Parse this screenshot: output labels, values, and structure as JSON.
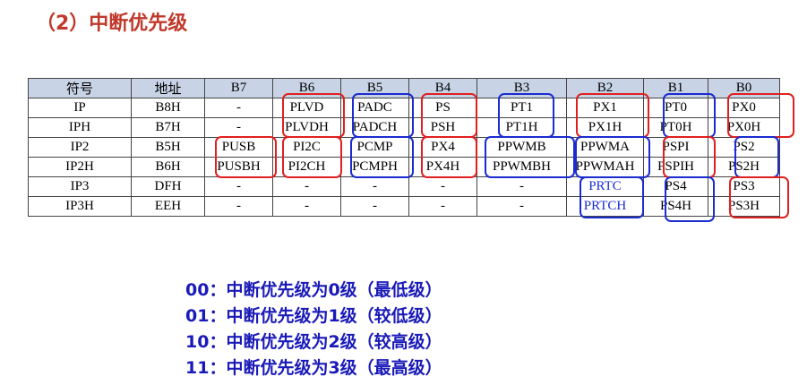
{
  "title": "（2）中断优先级",
  "table": {
    "header": [
      "符号",
      "地址",
      "B7",
      "B6",
      "B5",
      "B4",
      "B3",
      "B2",
      "B1",
      "B0"
    ],
    "rows": [
      [
        "IP",
        "B8H",
        "-",
        "PLVD",
        "PADC",
        "PS",
        "PT1",
        "PX1",
        "PT0",
        "PX0"
      ],
      [
        "IPH",
        "B7H",
        "-",
        "PLVDH",
        "PADCH",
        "PSH",
        "PT1H",
        "PX1H",
        "PT0H",
        "PX0H"
      ],
      [
        "IP2",
        "B5H",
        "PUSB",
        "PI2C",
        "PCMP",
        "PX4",
        "PPWMB",
        "PPWMA",
        "PSPI",
        "PS2"
      ],
      [
        "IP2H",
        "B6H",
        "PUSBH",
        "PI2CH",
        "PCMPH",
        "PX4H",
        "PPWMBH",
        "PPWMAH",
        "PSPIH",
        "PS2H"
      ],
      [
        "IP3",
        "DFH",
        "-",
        "-",
        "-",
        "-",
        "-",
        "PRTC",
        "PS4",
        "PS3"
      ],
      [
        "IP3H",
        "EEH",
        "-",
        "-",
        "-",
        "-",
        "-",
        "PRTCH",
        "PS4H",
        "PS3H"
      ]
    ]
  },
  "colors": {
    "title": "#c0392b",
    "header_bg": "#c8d3e6",
    "highlight_red": "#e02020",
    "highlight_blue": "#1a2bd0",
    "notes": "#1a1ab8"
  },
  "notes": [
    "00：中断优先级为0级（最低级）",
    "01：中断优先级为1级（较低级）",
    "10：中断优先级为2级（较高级）",
    "11：中断优先级为3级（最高级）"
  ]
}
